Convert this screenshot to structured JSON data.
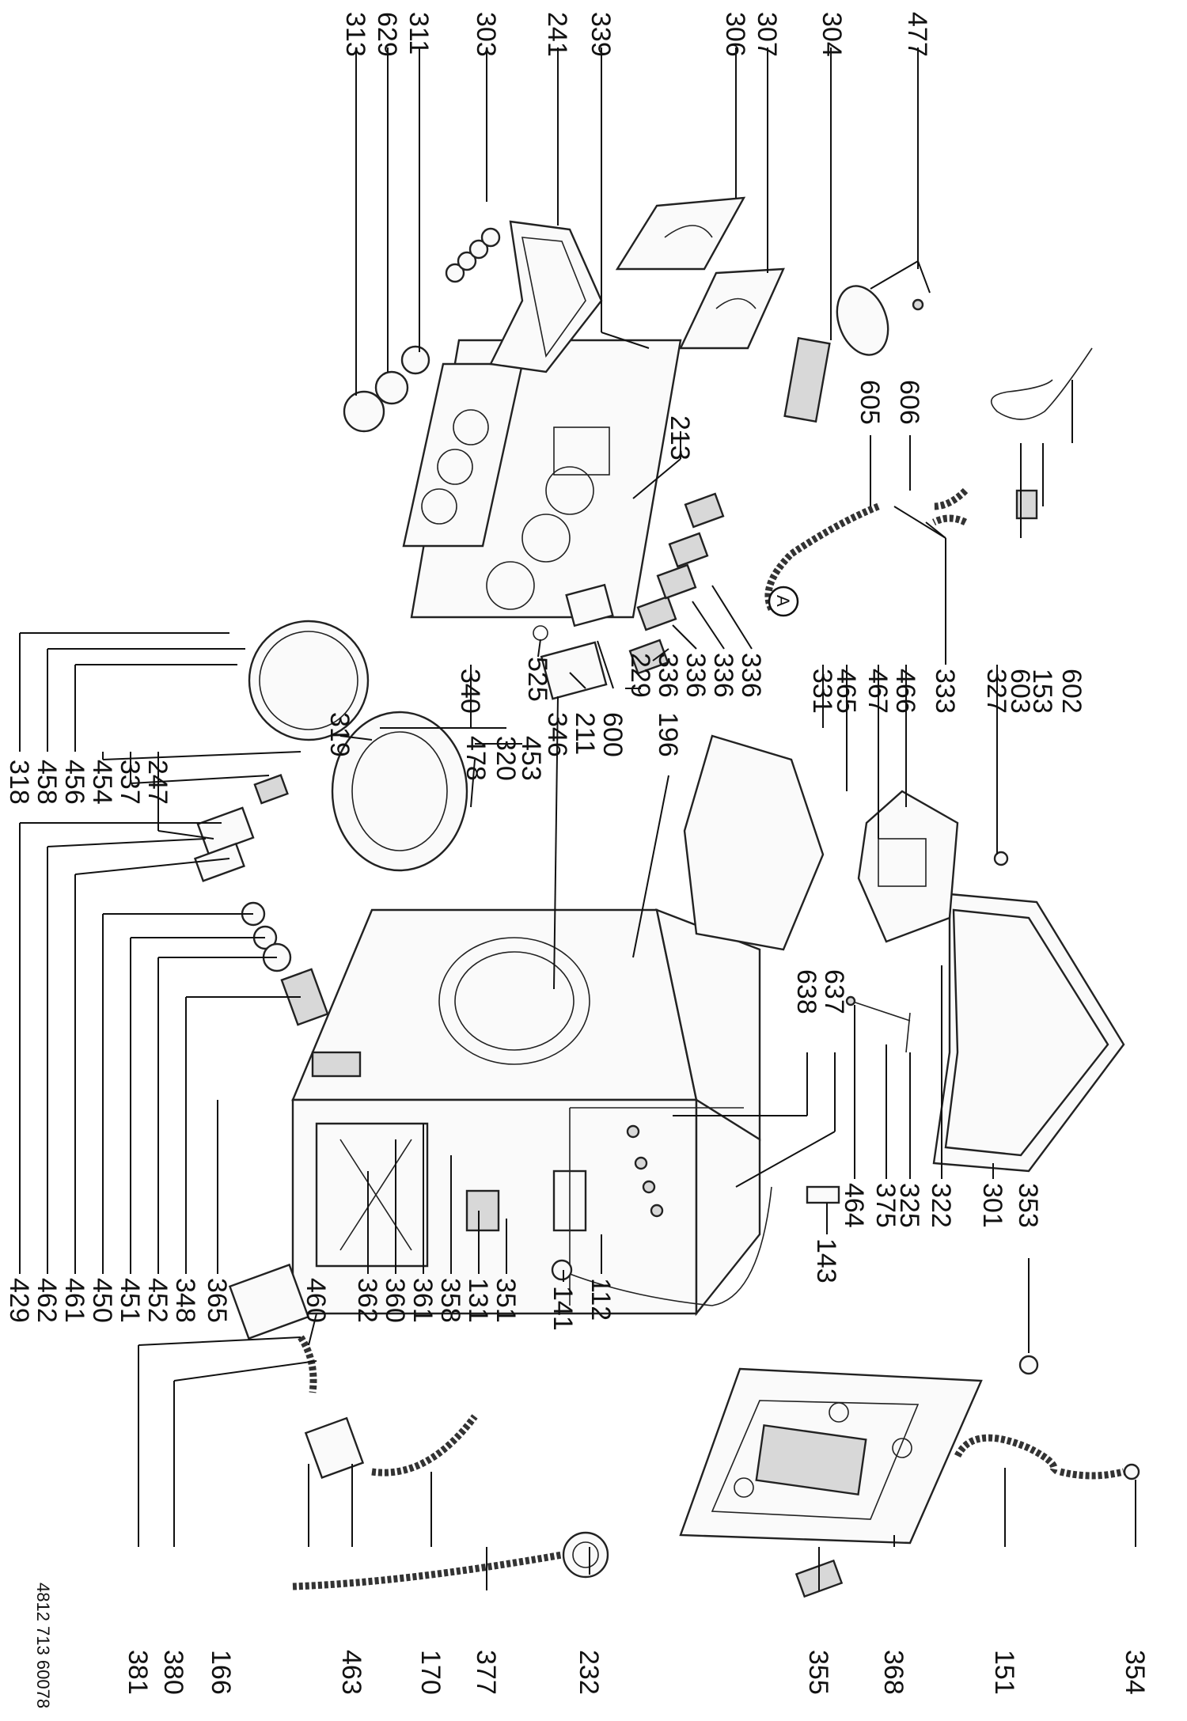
{
  "diagram": {
    "part_labels": {
      "l477": "477",
      "l304": "304",
      "l307": "307",
      "l306": "306",
      "l339": "339",
      "l241": "241",
      "l303": "303",
      "l311": "311",
      "l629": "629",
      "l313": "313",
      "l602": "602",
      "l153": "153",
      "l603": "603",
      "l333": "333",
      "l327": "327",
      "l466": "466",
      "l467": "467",
      "l465": "465",
      "l331": "331",
      "l606": "606",
      "l605": "605",
      "l213": "213",
      "l336a": "336",
      "l336b": "336",
      "l336c": "336",
      "l336d": "336",
      "l229": "229",
      "l600": "600",
      "l211": "211",
      "l346": "346",
      "l196": "196",
      "l525": "525",
      "l340": "340",
      "l319": "319",
      "l320": "320",
      "l453": "453",
      "l478": "478",
      "l247": "247",
      "l337": "337",
      "l454": "454",
      "l456": "456",
      "l458": "458",
      "l318": "318",
      "l638": "638",
      "l637": "637",
      "l353": "353",
      "l301": "301",
      "l322": "322",
      "l325": "325",
      "l375": "375",
      "l464": "464",
      "l143": "143",
      "l112": "112",
      "l141": "141",
      "l351": "351",
      "l131": "131",
      "l358": "358",
      "l361": "361",
      "l360": "360",
      "l362": "362",
      "l460": "460",
      "l365": "365",
      "l348": "348",
      "l452": "452",
      "l451": "451",
      "l450": "450",
      "l461": "461",
      "l462": "462",
      "l429": "429",
      "l354": "354",
      "l151": "151",
      "l368": "368",
      "l355": "355",
      "l232": "232",
      "l377": "377",
      "l170": "170",
      "l463": "463",
      "l166": "166",
      "l380": "380",
      "l381": "381"
    },
    "marker_A": "A",
    "doc_number": "4812 713 60078"
  }
}
